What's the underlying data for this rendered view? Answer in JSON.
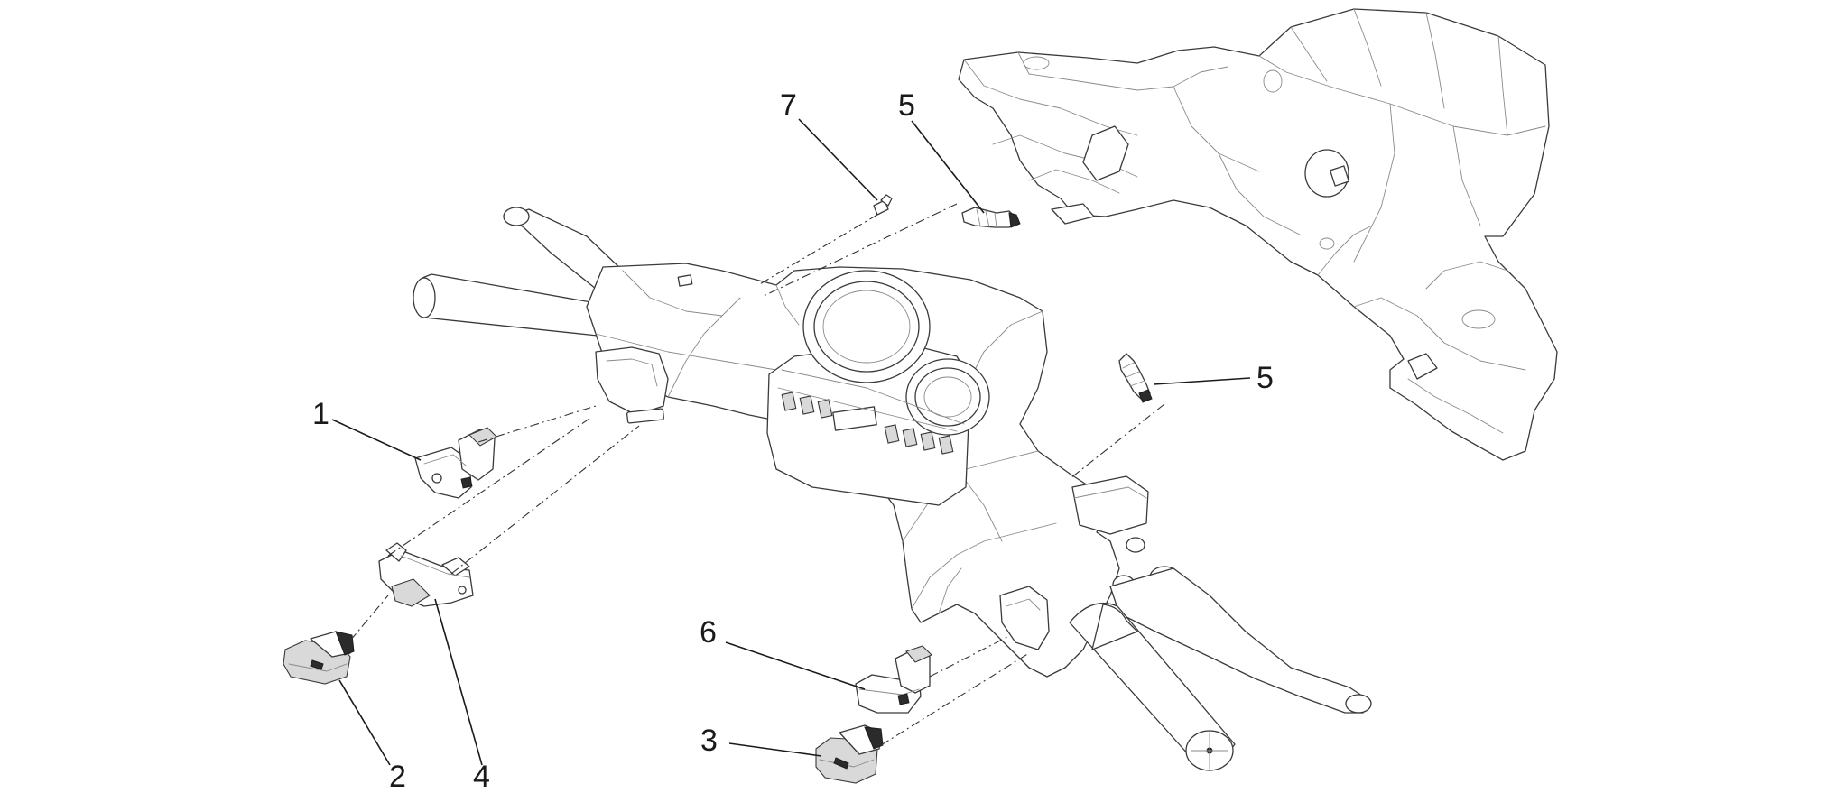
{
  "diagram": {
    "line_color": "#3a3a3a",
    "callouts": [
      {
        "id": "c1",
        "label": "1"
      },
      {
        "id": "c2",
        "label": "2"
      },
      {
        "id": "c3",
        "label": "3"
      },
      {
        "id": "c4",
        "label": "4"
      },
      {
        "id": "c5a",
        "label": "5"
      },
      {
        "id": "c5b",
        "label": "5"
      },
      {
        "id": "c6",
        "label": "6"
      },
      {
        "id": "c7",
        "label": "7"
      }
    ]
  }
}
